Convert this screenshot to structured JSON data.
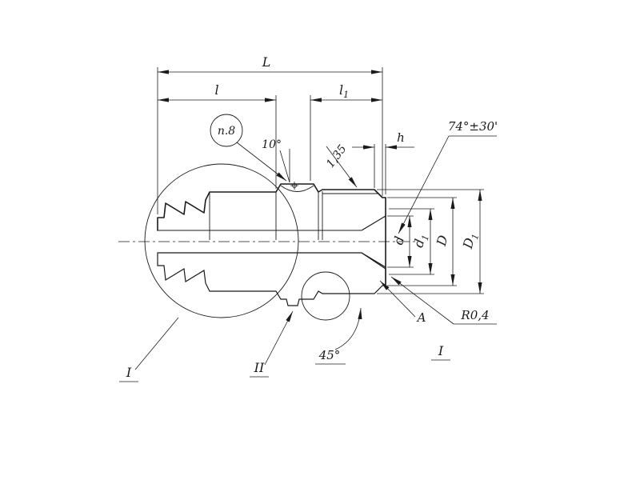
{
  "drawing": {
    "colors": {
      "ink": "#1b1b1b",
      "background": "#ffffff"
    },
    "dims": {
      "L": "L",
      "l": "l",
      "l1": {
        "base": "l",
        "sub": "1"
      },
      "h": "h",
      "d": "d",
      "d1": {
        "base": "d",
        "sub": "1"
      },
      "D": "D",
      "D1": {
        "base": "D",
        "sub": "1"
      }
    },
    "callouts": {
      "p8": "п.8",
      "angle10": "10°",
      "chamfer": "1,35",
      "cone_angle": "74°±30'",
      "radius": "R0,4",
      "corner": "A",
      "angle45": "45°"
    },
    "views": {
      "left": "I",
      "middle": "II",
      "right": "I"
    }
  }
}
